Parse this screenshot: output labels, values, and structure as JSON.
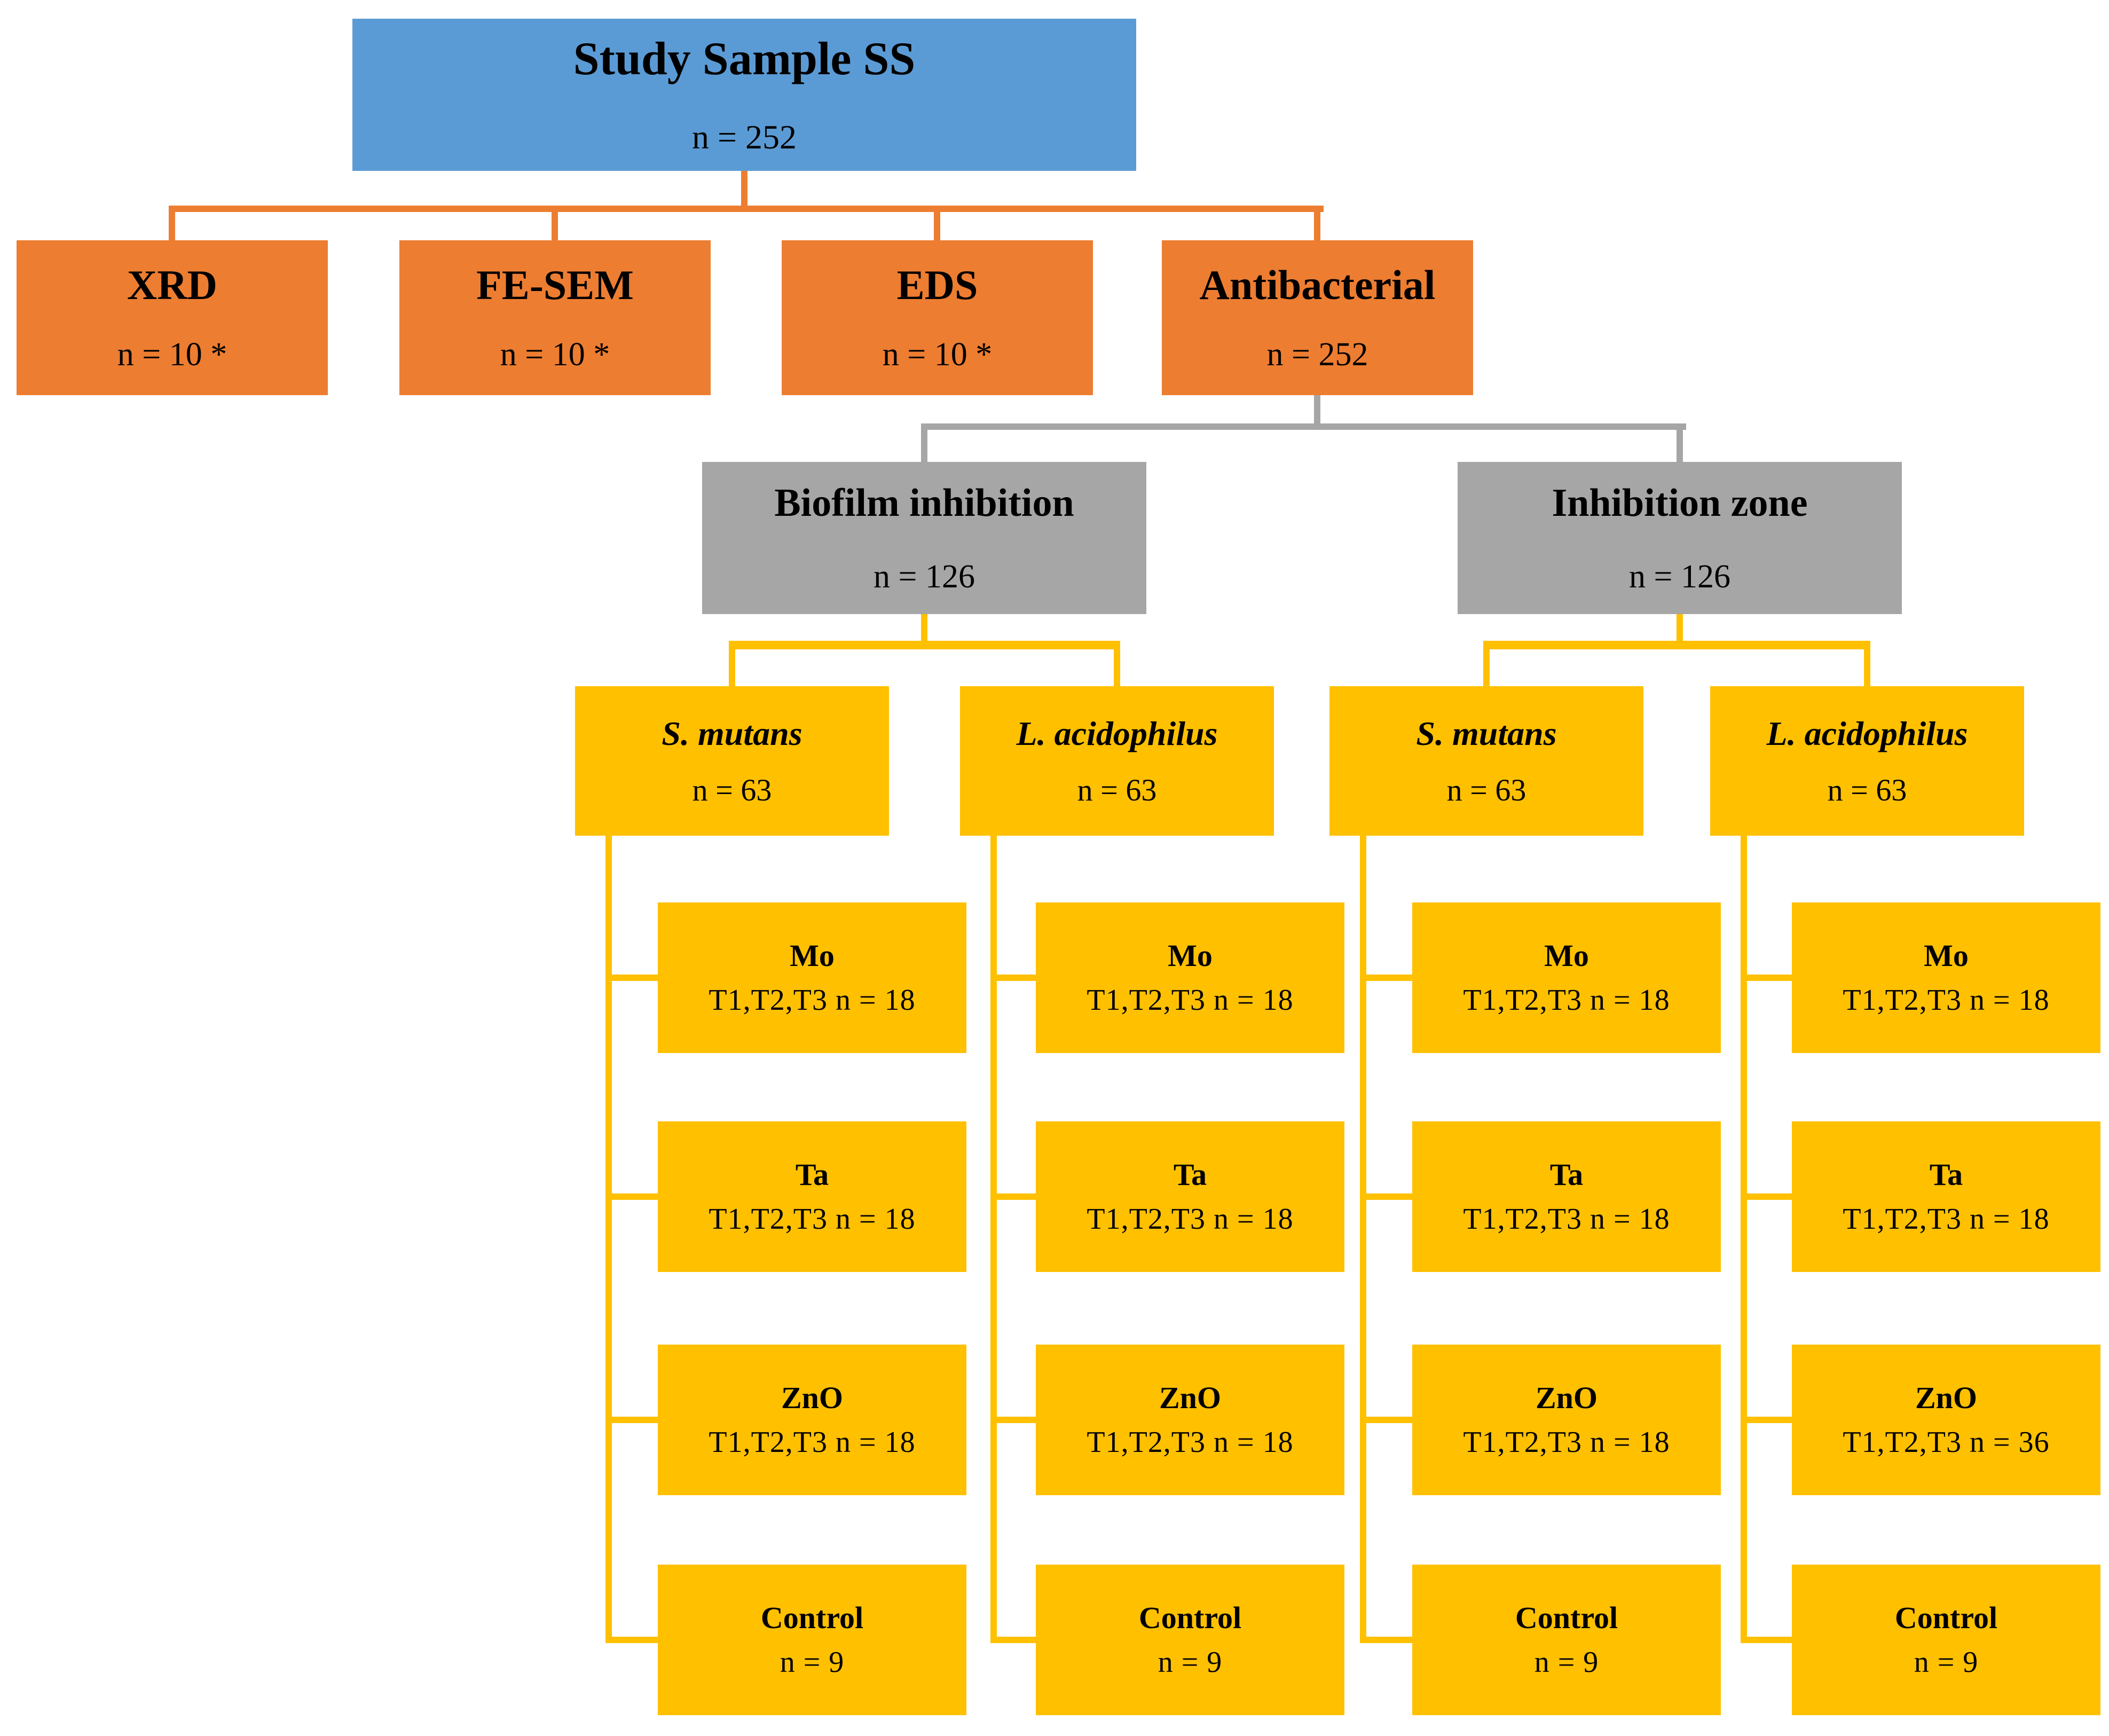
{
  "palette": {
    "blue": "#5B9BD5",
    "orange": "#ED7D31",
    "gray": "#A6A6A6",
    "gold": "#FFC000",
    "text": "#000000",
    "background": "#FFFFFF"
  },
  "root": {
    "title": "Study Sample SS",
    "n": "n = 252"
  },
  "methods": [
    {
      "title": "XRD",
      "n": "n = 10 *"
    },
    {
      "title": "FE-SEM",
      "n": "n = 10 *"
    },
    {
      "title": "EDS",
      "n": "n = 10 *"
    },
    {
      "title": "Antibacterial",
      "n": "n = 252"
    }
  ],
  "assays": [
    {
      "title": "Biofilm inhibition",
      "n": "n = 126"
    },
    {
      "title": "Inhibition zone",
      "n": "n = 126"
    }
  ],
  "species": [
    {
      "title": "S. mutans",
      "n": "n = 63"
    },
    {
      "title": "L. acidophilus",
      "n": "n = 63"
    },
    {
      "title": "S. mutans",
      "n": "n = 63"
    },
    {
      "title": "L. acidophilus",
      "n": "n = 63"
    }
  ],
  "groups": [
    [
      {
        "title": "Mo",
        "sub": "T1,T2,T3 n = 18"
      },
      {
        "title": "Ta",
        "sub": "T1,T2,T3 n = 18"
      },
      {
        "title": "ZnO",
        "sub": "T1,T2,T3 n = 18"
      },
      {
        "title": "Control",
        "sub": "n = 9"
      }
    ],
    [
      {
        "title": "Mo",
        "sub": "T1,T2,T3 n = 18"
      },
      {
        "title": "Ta",
        "sub": "T1,T2,T3 n = 18"
      },
      {
        "title": "ZnO",
        "sub": "T1,T2,T3 n = 18"
      },
      {
        "title": "Control",
        "sub": "n = 9"
      }
    ],
    [
      {
        "title": "Mo",
        "sub": "T1,T2,T3 n = 18"
      },
      {
        "title": "Ta",
        "sub": "T1,T2,T3 n = 18"
      },
      {
        "title": "ZnO",
        "sub": "T1,T2,T3 n = 18"
      },
      {
        "title": "Control",
        "sub": "n = 9"
      }
    ],
    [
      {
        "title": "Mo",
        "sub": "T1,T2,T3 n = 18"
      },
      {
        "title": "Ta",
        "sub": "T1,T2,T3 n = 18"
      },
      {
        "title": "ZnO",
        "sub": "T1,T2,T3 n = 36"
      },
      {
        "title": "Control",
        "sub": "n = 9"
      }
    ]
  ]
}
